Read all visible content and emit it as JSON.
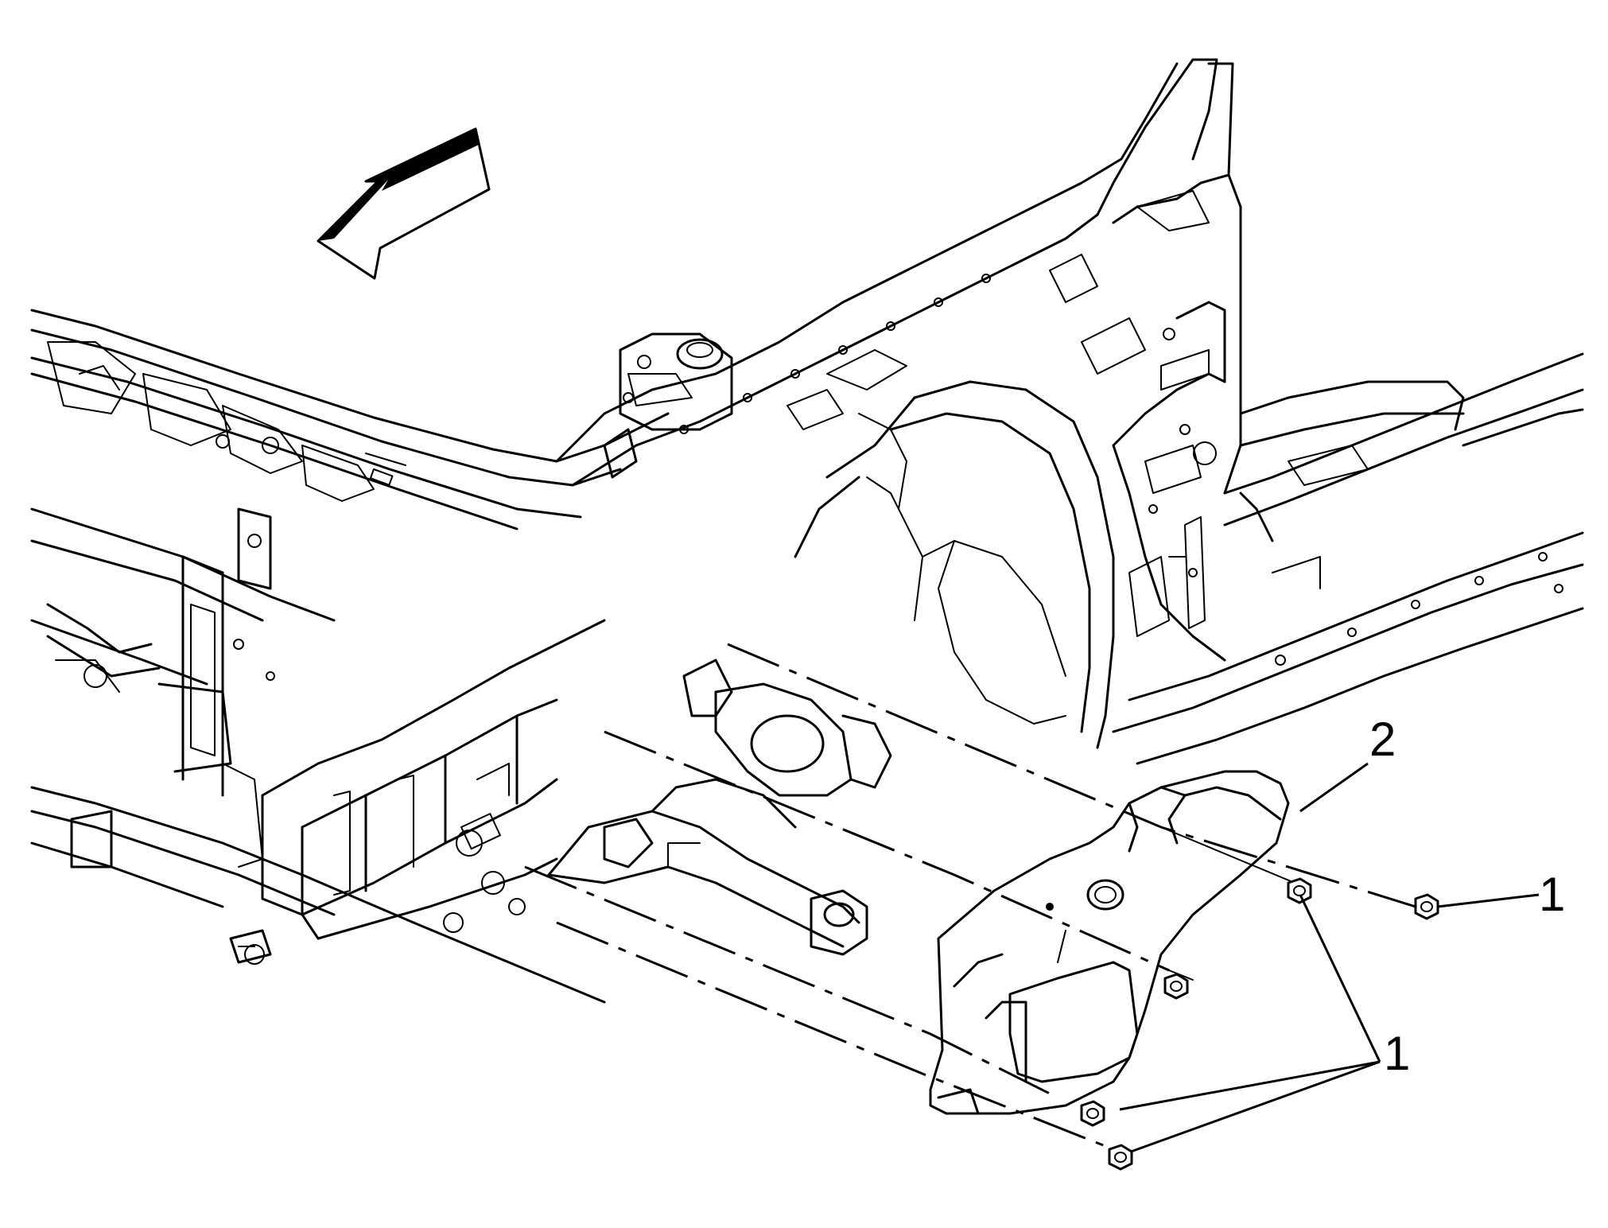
{
  "callouts": {
    "fastener_right": "1",
    "fastener_group": "1",
    "shield": "2"
  },
  "parts": {
    "fastener_icon": "nut-icon",
    "direction_icon": "forward-arrow-icon"
  },
  "colors": {
    "line": "#000000",
    "background": "#ffffff"
  }
}
